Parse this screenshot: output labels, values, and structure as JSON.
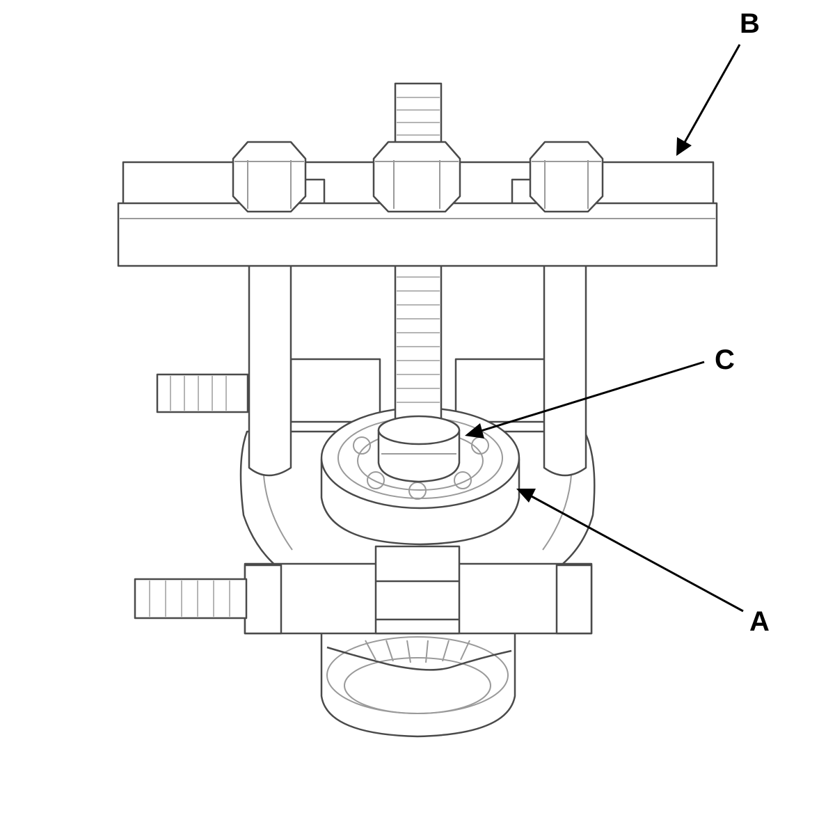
{
  "callouts": {
    "a": "A",
    "b": "B",
    "c": "C"
  },
  "colors": {
    "line": "#4a4a4a",
    "pale_line": "#9a9a9a",
    "arrow": "#000000",
    "background": "#ffffff"
  }
}
